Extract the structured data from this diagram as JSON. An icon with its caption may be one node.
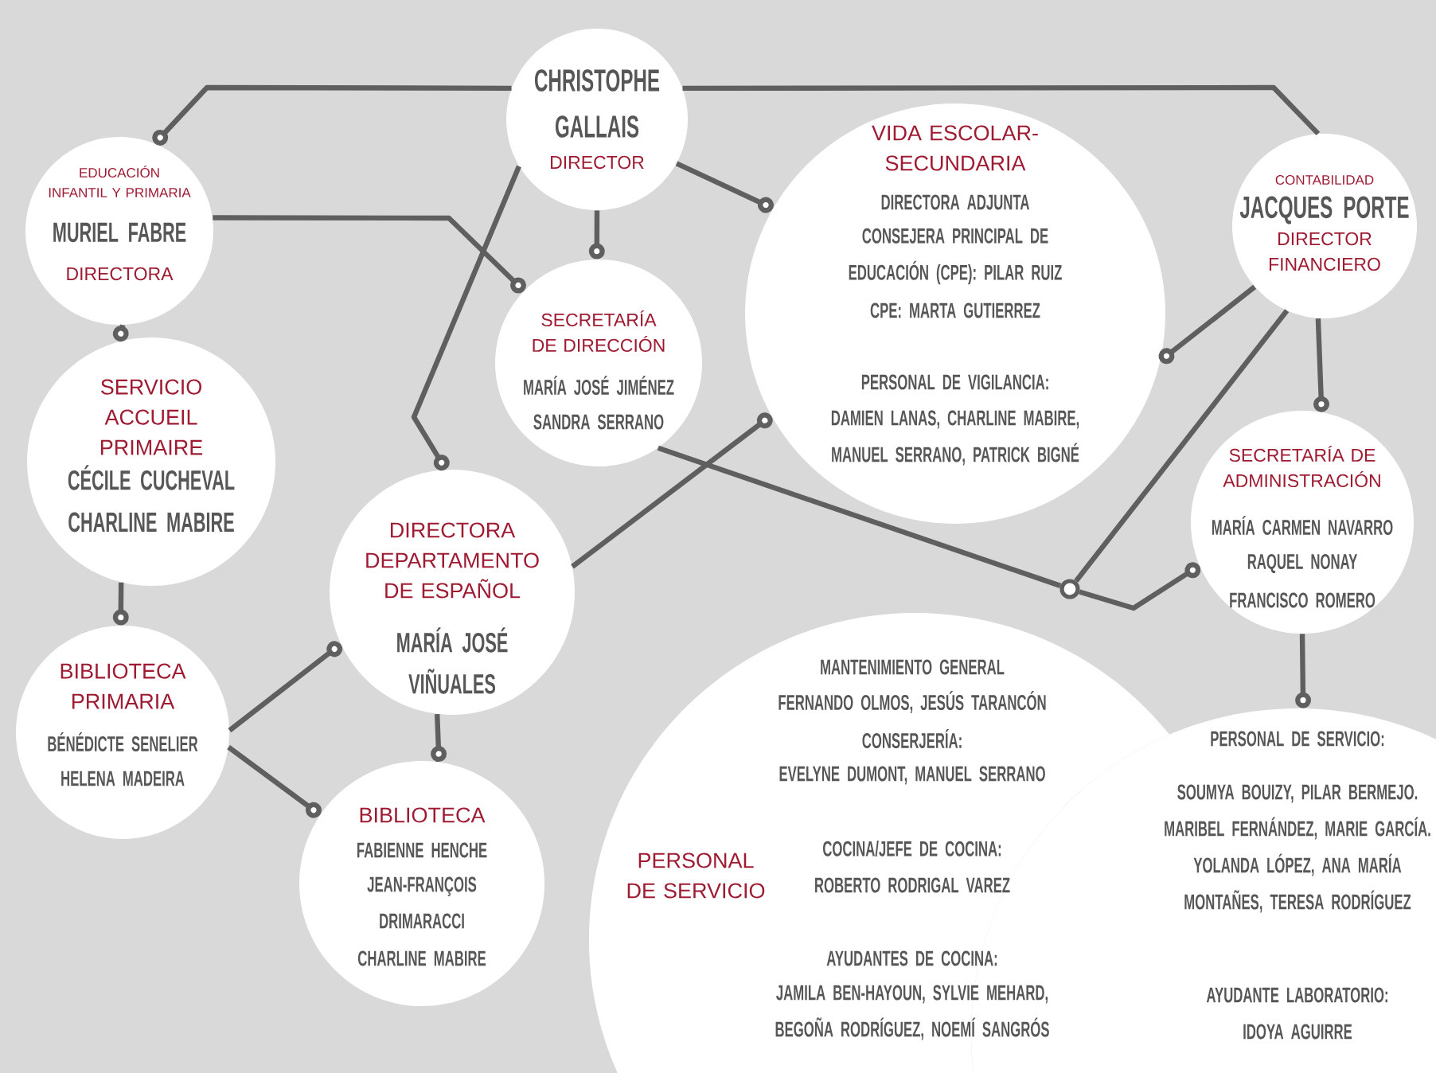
{
  "diagram": {
    "nodes": [
      {
        "text": [
          "CHRISTOPHE GALLAIS",
          "DIRECTOR"
        ]
      },
      {
        "text": [
          "EDUCACIÓN INFANTIL Y PRIMARIA",
          "MURIEL FABRE",
          "DIRECTORA"
        ]
      },
      {
        "text": [
          "SECRETARÍA DE DIRECCIÓN",
          "MARÍA JOSÉ JIMÉNEZ",
          "SANDRA SERRANO"
        ]
      },
      {
        "text": [
          "VIDA ESCOLAR-SECUNDARIA",
          "DIRECTORA ADJUNTA",
          "CONSEJERA PRINCIPAL DE EDUCACIÓN (CPE): PILAR RUIZ",
          "CPE: MARTA GUTIERREZ",
          "PERSONAL DE VIGILANCIA:",
          "DAMIEN LANAS, CHARLINE MABIRE, MANUEL SERRANO, PATRICK BIGNÉ"
        ]
      },
      {
        "text": [
          "CONTABILIDAD",
          "JACQUES PORTE",
          "DIRECTOR FINANCIERO"
        ]
      },
      {
        "text": [
          "SERVICIO ACCUEIL PRIMAIRE",
          "CÉCILE CUCHEVAL",
          "CHARLINE MABIRE"
        ]
      },
      {
        "text": [
          "DIRECTORA DEPARTAMENTO DE ESPAÑOL",
          "MARÍA JOSÉ VIÑUALES"
        ]
      },
      {
        "text": [
          "SECRETARÍA DE ADMINISTRACIÓN",
          "MARÍA CARMEN NAVARRO",
          "RAQUEL NONAY",
          "FRANCISCO ROMERO"
        ]
      },
      {
        "text": [
          "BIBLIOTECA PRIMARIA",
          "BÉNÉDICTE SENELIER",
          "HELENA MADEIRA"
        ]
      },
      {
        "text": [
          "BIBLIOTECA",
          "FABIENNE HENCHE",
          "JEAN-FRANÇOIS DRIMARACCI",
          "CHARLINE MABIRE"
        ]
      },
      {
        "text": [
          "PERSONAL DE SERVICIO",
          "MANTENIMIENTO GENERAL",
          "FERNANDO OLMOS, JESÚS TARANCÓN",
          "CONSERJERÍA:",
          "EVELYNE DUMONT, MANUEL SERRANO",
          "COCINA/JEFE DE COCINA:",
          "ROBERTO RODRIGAL VAREZ",
          "AYUDANTES DE COCINA:",
          "JAMILA BEN-HAYOUN, SYLVIE MEHARD, BEGOÑA RODRÍGUEZ, NOEMÍ SANGRÓS"
        ]
      },
      {
        "text": [
          "PERSONAL DE SERVICIO:",
          "SOUMYA BOUIZY, PILAR BERMEJO. MARIBEL FERNÁNDEZ, MARIE GARCÍA. YOLANDA LÓPEZ, ANA MARÍA MONTAÑES, TERESA RODRÍGUEZ",
          "AYUDANTE LABORATORIO:",
          "IDOYA AGUIRRE"
        ]
      },
      {
        "text": [],
        "shape": "circle"
      }
    ],
    "edges": [
      {
        "from": 0,
        "to": 1,
        "arrow": "other"
      },
      {
        "from": 0,
        "to": 4,
        "arrow": "none"
      },
      {
        "from": 0,
        "to": 3,
        "arrow": "other"
      },
      {
        "from": 0,
        "to": 2,
        "arrow": "other"
      },
      {
        "from": 0,
        "to": 6,
        "arrow": "other"
      },
      {
        "from": 1,
        "to": 2,
        "arrow": "other"
      },
      {
        "from": 1,
        "to": 5,
        "arrow": "other"
      },
      {
        "from": 5,
        "to": 8,
        "arrow": "other"
      },
      {
        "from": 8,
        "to": 6,
        "arrow": "other"
      },
      {
        "from": 8,
        "to": 9,
        "arrow": "other"
      },
      {
        "from": 6,
        "to": 9,
        "arrow": "other"
      },
      {
        "from": 6,
        "to": 3,
        "arrow": "other"
      },
      {
        "from": 4,
        "to": 3,
        "arrow": "other"
      },
      {
        "from": 4,
        "to": 7,
        "arrow": "other"
      },
      {
        "from": 4,
        "to": 12,
        "arrow": "none"
      },
      {
        "from": 2,
        "to": 12,
        "arrow": "none"
      },
      {
        "from": 12,
        "to": 7,
        "arrow": "other"
      },
      {
        "from": 7,
        "to": 11,
        "arrow": "other"
      }
    ]
  }
}
